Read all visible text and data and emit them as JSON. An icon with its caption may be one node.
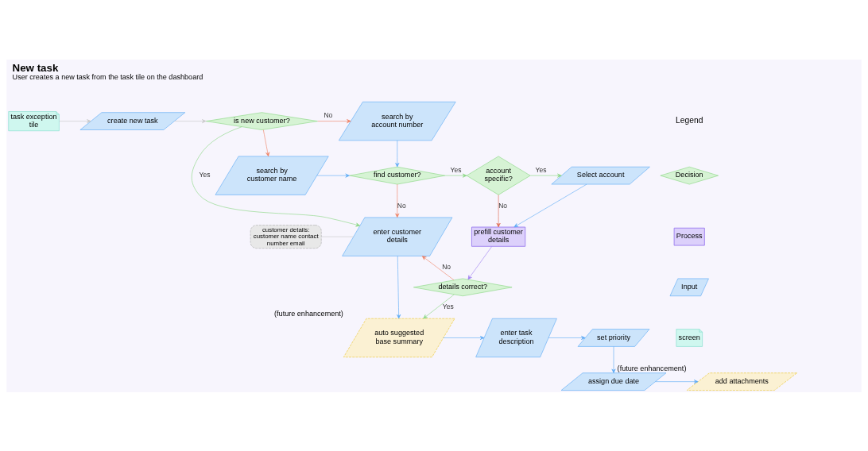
{
  "diagram": {
    "title": "New task",
    "caption": "User creates a new task from the task tile on the dashboard",
    "nodes": [
      {
        "text": [
          "task exception tile"
        ]
      },
      {
        "text": [
          "create new task"
        ]
      },
      {
        "text": [
          "is new customer?"
        ]
      },
      {
        "text": [
          "search by account number"
        ]
      },
      {
        "text": [
          "search by customer name"
        ]
      },
      {
        "text": [
          "find customer?"
        ]
      },
      {
        "text": [
          "account specific?"
        ]
      },
      {
        "text": [
          "Select account"
        ]
      },
      {
        "text": [
          "customer details: customer name contact number email"
        ]
      },
      {
        "text": [
          "enter customer details"
        ]
      },
      {
        "text": [
          "prefill customer details"
        ]
      },
      {
        "text": [
          "details correct?"
        ]
      },
      {
        "text": [
          "auto suggested base summary"
        ],
        "beside": [
          "(future enhancement)"
        ]
      },
      {
        "text": [
          "enter task description"
        ]
      },
      {
        "text": [
          "set priority"
        ]
      },
      {
        "text": [
          "assign due date"
        ]
      },
      {
        "text": [
          "add attachments"
        ],
        "beside": [
          "(future enhancement)"
        ]
      }
    ],
    "edges": [
      {
        "from": 0,
        "to": 1,
        "arrow": "to",
        "color": "#c8c8c8"
      },
      {
        "from": 1,
        "to": 2,
        "arrow": "to",
        "color": "#c8c8c8"
      },
      {
        "from": 2,
        "to": 3,
        "arrow": "to",
        "label": "No",
        "color": "#ee7f62"
      },
      {
        "from": 2,
        "to": 4,
        "arrow": "to",
        "color": "#ee7f62"
      },
      {
        "from": 2,
        "to": 9,
        "arrow": "to",
        "label": "Yes",
        "color": "#86d67f"
      },
      {
        "from": 3,
        "to": 5,
        "arrow": "to"
      },
      {
        "from": 4,
        "to": 5,
        "arrow": "to"
      },
      {
        "from": 5,
        "to": 6,
        "arrow": "to",
        "label": "Yes",
        "color": "#86d67f"
      },
      {
        "from": 6,
        "to": 7,
        "arrow": "to",
        "label": "Yes",
        "color": "#86d67f"
      },
      {
        "from": 6,
        "to": 10,
        "arrow": "to",
        "label": "No",
        "color": "#e0654a"
      },
      {
        "from": 7,
        "to": 10,
        "arrow": "to"
      },
      {
        "from": 5,
        "to": 9,
        "arrow": "to",
        "label": "No",
        "color": "#ee7f62"
      },
      {
        "from": 8,
        "to": 9,
        "arrow": "none",
        "color": "#c8c8c8"
      },
      {
        "from": 10,
        "to": 11,
        "arrow": "to",
        "color": "#9b7cf0"
      },
      {
        "from": 11,
        "to": 9,
        "arrow": "to",
        "label": "No",
        "color": "#ee7f62"
      },
      {
        "from": 11,
        "to": 12,
        "arrow": "to",
        "label": "Yes",
        "color": "#86d67f"
      },
      {
        "from": 9,
        "to": 12,
        "arrow": "to"
      },
      {
        "from": 12,
        "to": 13,
        "arrow": "to"
      },
      {
        "from": 13,
        "to": 14,
        "arrow": "to"
      },
      {
        "from": 14,
        "to": 15,
        "arrow": "to"
      },
      {
        "from": 15,
        "to": 16,
        "arrow": "to"
      }
    ],
    "labels": [
      "Legend"
    ],
    "legend": [
      {
        "text": "Decision"
      },
      {
        "text": "Process"
      },
      {
        "text": "Input"
      },
      {
        "text": "screen"
      }
    ]
  }
}
